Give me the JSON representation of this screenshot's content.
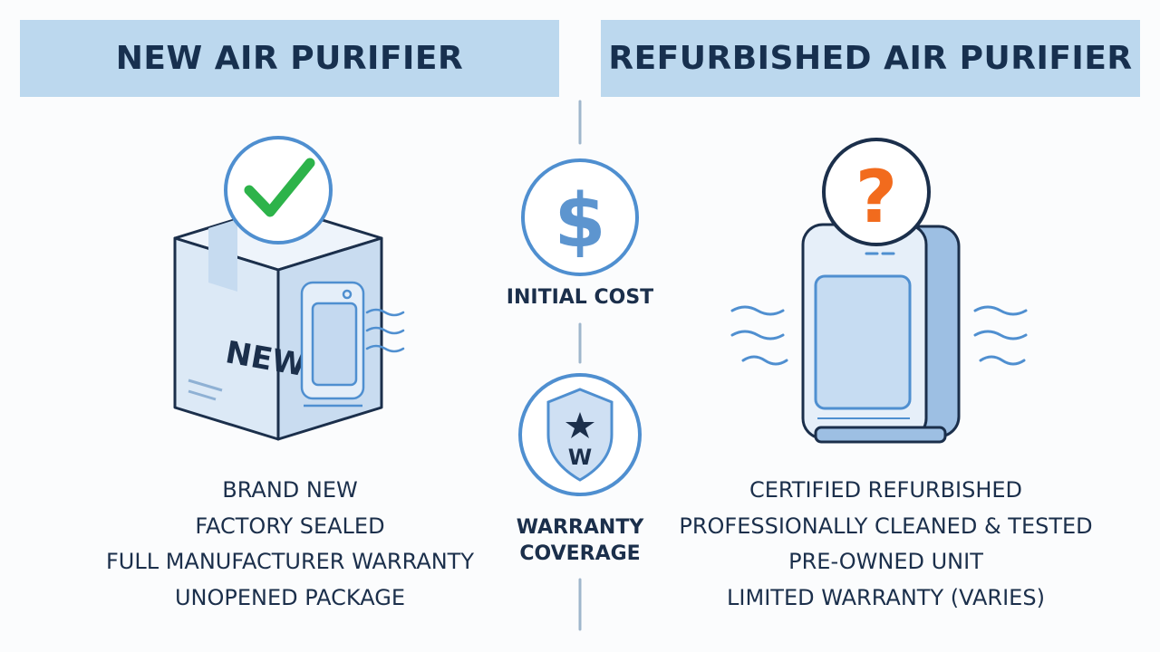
{
  "left_panel": {
    "title": "NEW AIR PURIFIER",
    "box_label": "NEW",
    "badge_icon": "checkmark-icon",
    "features": [
      "BRAND NEW",
      "FACTORY SEALED",
      "FULL MANUFACTURER WARRANTY",
      "UNOPENED PACKAGE"
    ]
  },
  "right_panel": {
    "title": "REFURBISHED AIR PURIFIER",
    "badge_icon": "question-mark-icon",
    "features": [
      "CERTIFIED REFURBISHED",
      "PROFESSIONALLY CLEANED & TESTED",
      "PRE-OWNED UNIT",
      "LIMITED WARRANTY (VARIES)"
    ]
  },
  "center": {
    "cost": {
      "icon": "dollar-icon",
      "symbol": "$",
      "label": "INITIAL COST"
    },
    "warranty": {
      "icon": "shield-warranty-icon",
      "letter": "W",
      "label_line1": "WARRANTY",
      "label_line2": "COVERAGE"
    }
  },
  "colors": {
    "banner": "#bcd8ee",
    "outline": "#1b2f4b",
    "accent_blue": "#4f8fd0",
    "light_blue": "#dce9f6",
    "check_green": "#2db34a",
    "question_orange": "#f26b1d"
  }
}
